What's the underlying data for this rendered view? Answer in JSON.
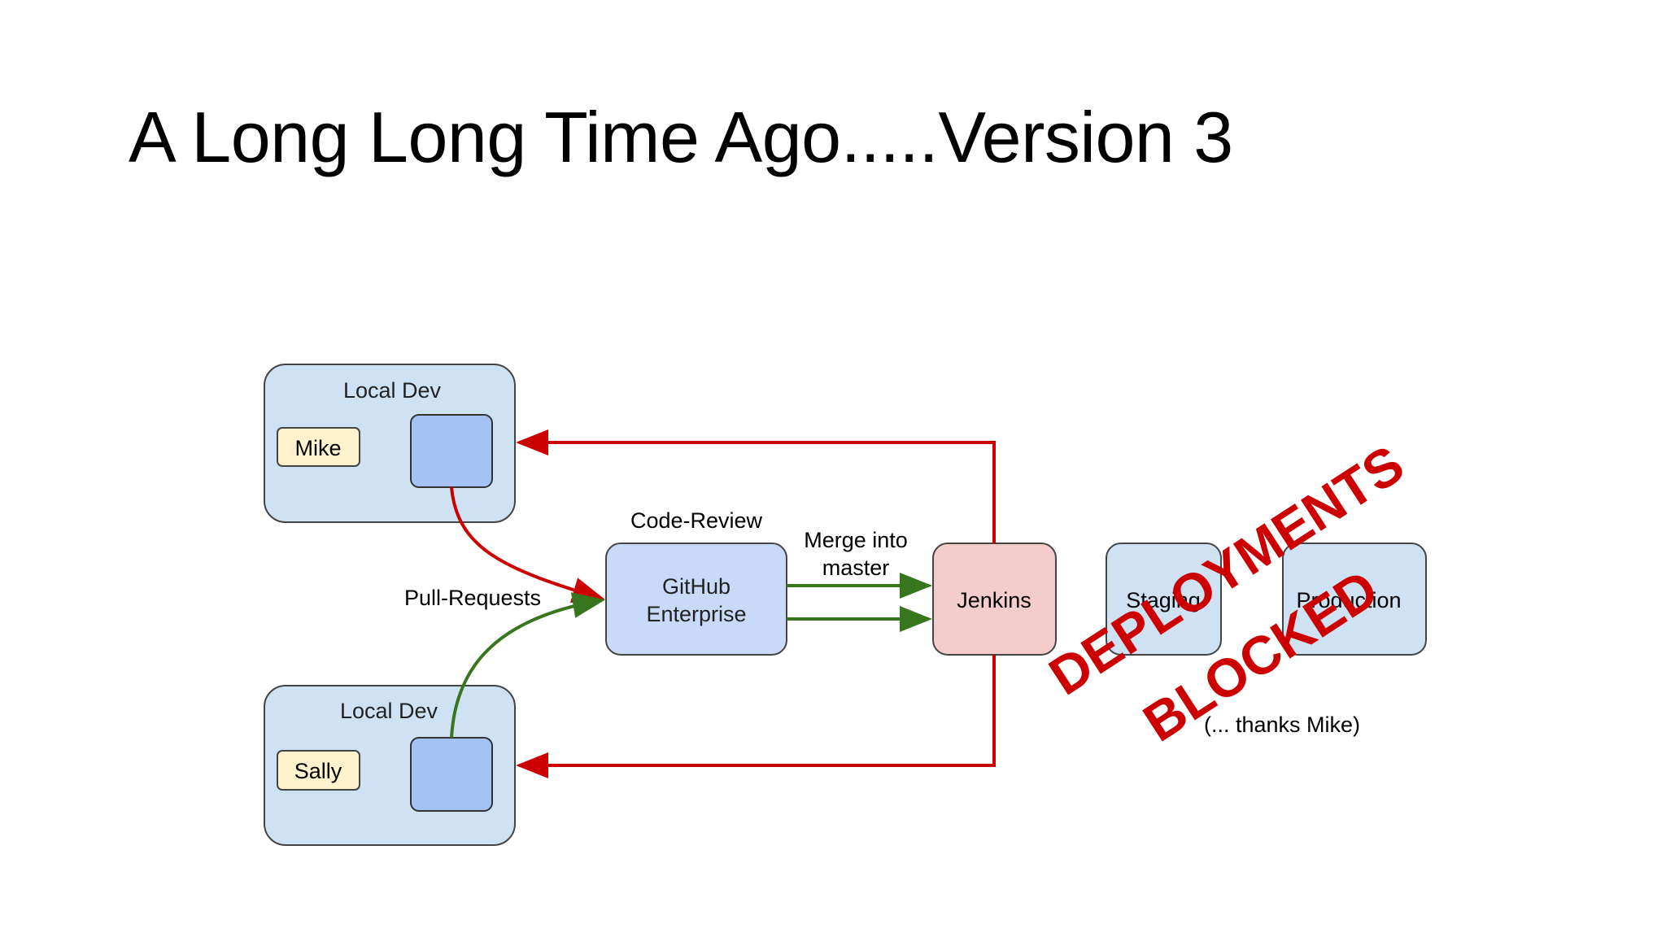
{
  "slide": {
    "title": "A Long Long Time Ago.....Version 3"
  },
  "nodes": {
    "local_dev_top": {
      "label": "Local Dev",
      "user": "Mike"
    },
    "local_dev_bottom": {
      "label": "Local Dev",
      "user": "Sally"
    },
    "github": {
      "caption": "Code-Review",
      "line1": "GitHub",
      "line2": "Enterprise"
    },
    "jenkins": {
      "label": "Jenkins"
    },
    "staging": {
      "label": "Staging"
    },
    "production": {
      "label": "Production"
    }
  },
  "edges": {
    "pull_requests": "Pull-Requests",
    "merge_line1": "Merge into",
    "merge_line2": "master"
  },
  "stamp": {
    "line1": "DEPLOYMENTS",
    "line2": "BLOCKED",
    "note": "(... thanks Mike)"
  },
  "colors": {
    "red_arrow": "#cc0000",
    "green_arrow": "#38761d",
    "container_fill": "#cfe2f3",
    "box_fill": "#a4c2f4",
    "github_fill": "#c9daf8",
    "jenkins_fill": "#f4cccc",
    "user_fill": "#fff2cc"
  }
}
